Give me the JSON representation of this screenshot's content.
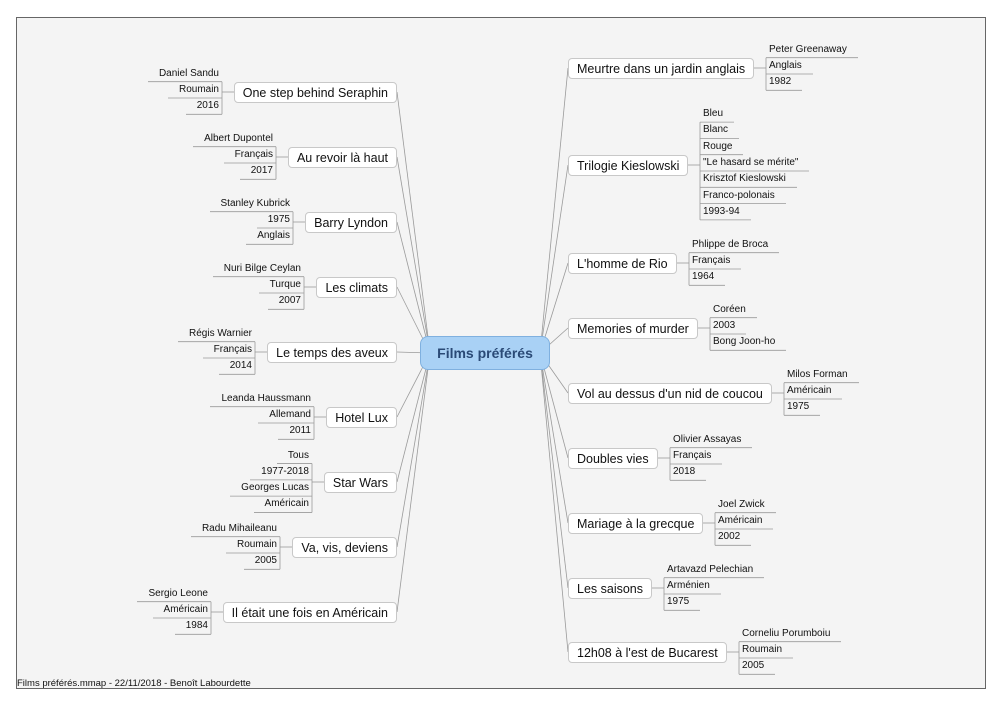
{
  "central": {
    "label": "Films préférés"
  },
  "footer": "Films  préférés.mmap - 22/11/2018 - Benoît Labourdette",
  "left_topics": [
    {
      "label": "One step behind Seraphin",
      "details": [
        "Daniel Sandu",
        "Roumain",
        "2016"
      ]
    },
    {
      "label": "Au revoir là haut",
      "details": [
        "Albert Dupontel",
        "Français",
        "2017"
      ]
    },
    {
      "label": "Barry Lyndon",
      "details": [
        "Stanley Kubrick",
        "1975",
        "Anglais"
      ]
    },
    {
      "label": "Les climats",
      "details": [
        "Nuri Bilge Ceylan",
        "Turque",
        "2007"
      ]
    },
    {
      "label": "Le temps des aveux",
      "details": [
        "Régis Warnier",
        "Français",
        "2014"
      ]
    },
    {
      "label": "Hotel Lux",
      "details": [
        "Leanda Haussmann",
        "Allemand",
        "2011"
      ]
    },
    {
      "label": "Star Wars",
      "details": [
        "Tous",
        "1977-2018",
        "Georges Lucas",
        "Américain"
      ]
    },
    {
      "label": "Va, vis, deviens",
      "details": [
        "Radu Mihaileanu",
        "Roumain",
        "2005"
      ]
    },
    {
      "label": "Il était une fois en Américain",
      "details": [
        "Sergio Leone",
        "Américain",
        "1984"
      ]
    }
  ],
  "right_topics": [
    {
      "label": "Meurtre dans un jardin anglais",
      "details": [
        "Peter Greenaway",
        "Anglais",
        "1982"
      ]
    },
    {
      "label": "Trilogie Kieslowski",
      "details": [
        "Bleu",
        "Blanc",
        "Rouge",
        "\"Le hasard se mérite\"",
        "Krisztof Kieslowski",
        "Franco-polonais",
        "1993-94"
      ]
    },
    {
      "label": "L'homme de Rio",
      "details": [
        "Phlippe de Broca",
        "Français",
        "1964"
      ]
    },
    {
      "label": "Memories of murder",
      "details": [
        "Coréen",
        "2003",
        "Bong Joon-ho"
      ]
    },
    {
      "label": "Vol au dessus d'un nid de coucou",
      "details": [
        "Milos Forman",
        "Américain",
        "1975"
      ]
    },
    {
      "label": "Doubles vies",
      "details": [
        "Olivier Assayas",
        "Français",
        "2018"
      ]
    },
    {
      "label": "Mariage à la grecque",
      "details": [
        "Joel Zwick",
        "Américain",
        "2002"
      ]
    },
    {
      "label": "Les saisons",
      "details": [
        "Artavazd Pelechian",
        "Arménien",
        "1975"
      ]
    },
    {
      "label": "12h08 à l'est de Bucarest",
      "details": [
        "Corneliu Porumboiu",
        "Roumain",
        "2005"
      ]
    }
  ],
  "colors": {
    "central_fill": "#a9d1f5",
    "central_text": "#2a4a76",
    "link": "#9a9a9a",
    "topic_border": "#c8c8c8"
  }
}
